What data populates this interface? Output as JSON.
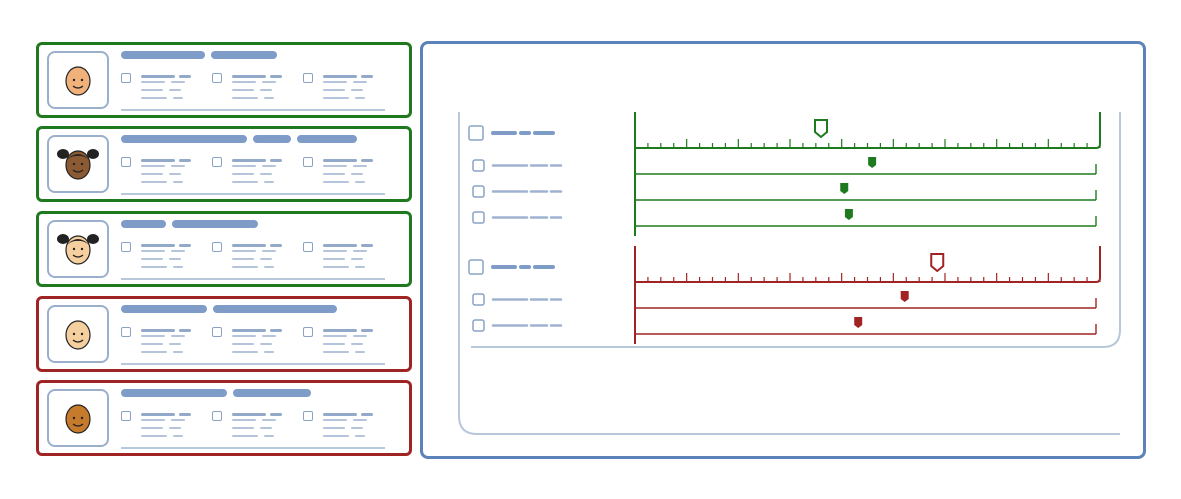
{
  "users": [
    {
      "status": "match",
      "skin": "light-brown",
      "hair": "none"
    },
    {
      "status": "match",
      "skin": "dark-brown",
      "hair": "pigtails"
    },
    {
      "status": "match",
      "skin": "light",
      "hair": "pigtails"
    },
    {
      "status": "mismatch",
      "skin": "light",
      "hair": "none"
    },
    {
      "status": "mismatch",
      "skin": "brown",
      "hair": "none"
    }
  ],
  "colors": {
    "match": "#1f7a1f",
    "mismatch": "#a02424",
    "panel_border": "#5c82ba",
    "placeholder_text": "#7f9cc8"
  },
  "groups": [
    {
      "color": "match",
      "rows": [
        {
          "type": "summary",
          "marker": "outline",
          "level": 0.4
        },
        {
          "type": "item",
          "marker": "filled",
          "level": 0.51
        },
        {
          "type": "item",
          "marker": "filled",
          "level": 0.45
        },
        {
          "type": "item",
          "marker": "filled",
          "level": 0.46
        }
      ]
    },
    {
      "color": "mismatch",
      "rows": [
        {
          "type": "summary",
          "marker": "outline",
          "level": 0.65
        },
        {
          "type": "item",
          "marker": "filled",
          "level": 0.58
        },
        {
          "type": "item",
          "marker": "filled",
          "level": 0.48
        }
      ]
    }
  ]
}
